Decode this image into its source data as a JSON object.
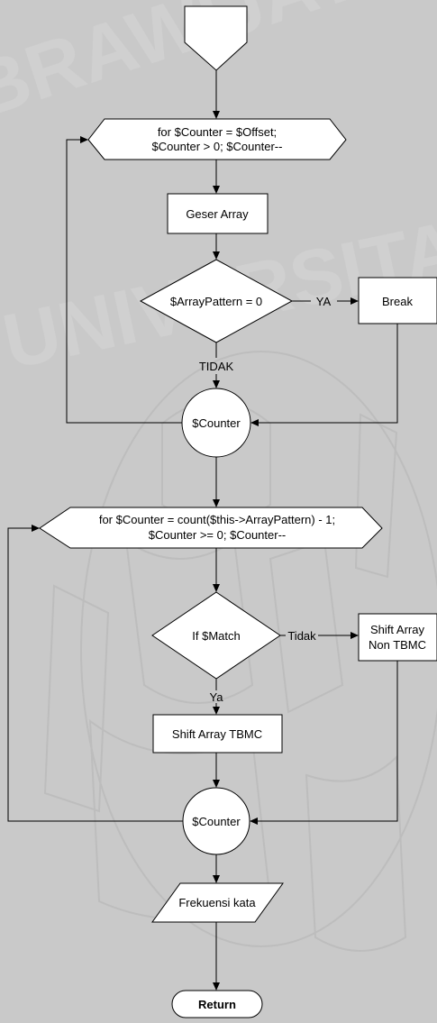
{
  "flowchart": {
    "off_page_connector": "",
    "loop1": {
      "line1": "for $Counter = $Offset;",
      "line2": "$Counter > 0; $Counter--"
    },
    "geser_array": "Geser Array",
    "decision1": "$ArrayPattern = 0",
    "decision1_yes": "YA",
    "decision1_no": "TIDAK",
    "break": "Break",
    "counter1": "$Counter",
    "loop2": {
      "line1": "for $Counter = count($this->ArrayPattern) - 1;",
      "line2": "$Counter >= 0; $Counter--"
    },
    "decision2": "If $Match",
    "decision2_no": "Tidak",
    "decision2_yes": "Ya",
    "shift_non_tbmc": {
      "line1": "Shift Array",
      "line2": "Non TBMC"
    },
    "shift_tbmc": "Shift Array TBMC",
    "counter2": "$Counter",
    "output": "Frekuensi kata",
    "terminator": "Return"
  },
  "colors": {
    "background": "#c9c9c9",
    "watermark": "#bdbdbd",
    "shape_fill": "#ffffff",
    "line": "#000000"
  }
}
